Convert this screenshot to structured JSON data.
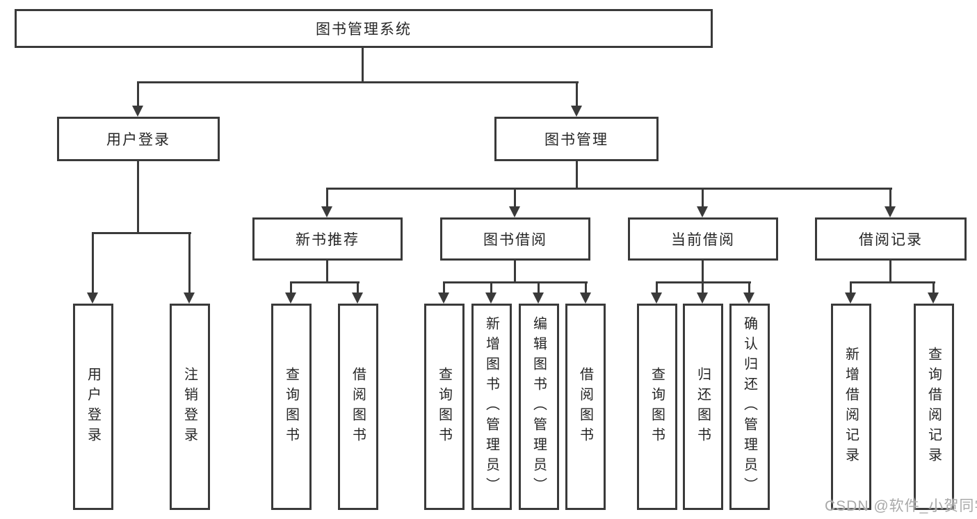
{
  "diagram": {
    "root": {
      "label": "图书管理系统"
    },
    "level2": [
      {
        "label": "用户登录"
      },
      {
        "label": "图书管理"
      }
    ],
    "level3": [
      {
        "label": "新书推荐"
      },
      {
        "label": "图书借阅"
      },
      {
        "label": "当前借阅"
      },
      {
        "label": "借阅记录"
      }
    ],
    "leaves": {
      "user_login": [
        "用户登录",
        "注销登录"
      ],
      "new_book": [
        "查询图书",
        "借阅图书"
      ],
      "borrowing": [
        "查询图书",
        "新增图书（管理员）",
        "编辑图书（管理员）",
        "借阅图书"
      ],
      "current": [
        "查询图书",
        "归还图书",
        "确认归还（管理员）"
      ],
      "records": [
        "新增借阅记录",
        "查询借阅记录"
      ]
    },
    "watermark": "CSDN @软件_小贺同学",
    "colors": {
      "line": "#3a3a3a",
      "text": "#262626",
      "watermark": "#a9a9a9",
      "bg": "#ffffff"
    }
  }
}
